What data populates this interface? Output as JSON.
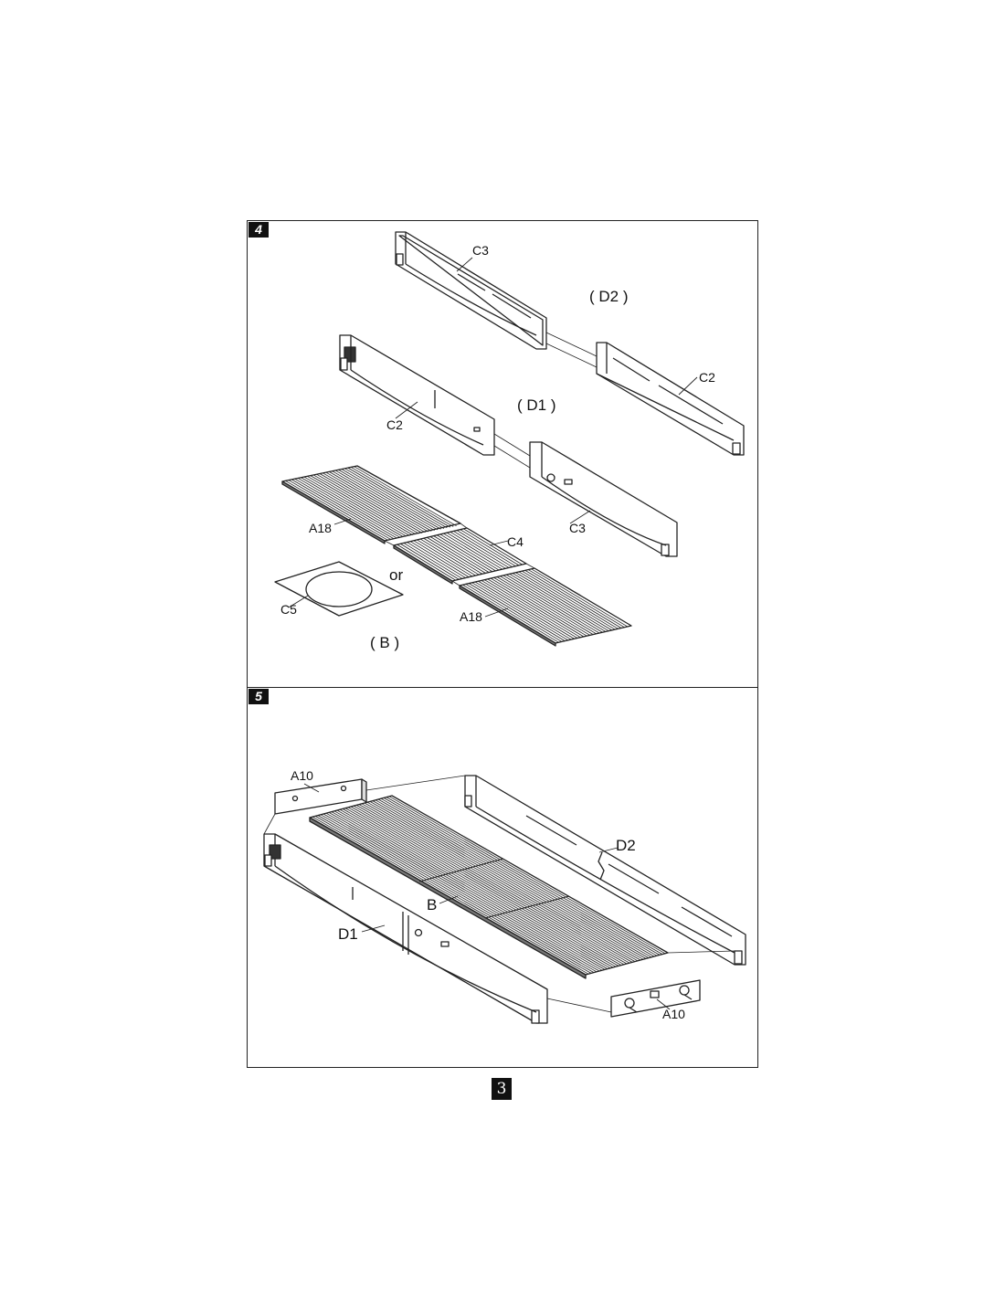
{
  "steps": [
    {
      "number": "4",
      "labels": {
        "c3_top": "C3",
        "d2": "( D2 )",
        "c2_right": "C2",
        "d1": "( D1 )",
        "c2_left": "C2",
        "a18_left": "A18",
        "c4": "C4",
        "c3_bottom": "C3",
        "or": "or",
        "c5": "C5",
        "a18_right": "A18",
        "b": "( B )"
      }
    },
    {
      "number": "5",
      "labels": {
        "a10_left": "A10",
        "d2": "D2",
        "b": "B",
        "d1": "D1",
        "a10_right": "A10"
      }
    }
  ],
  "page_number": "3"
}
